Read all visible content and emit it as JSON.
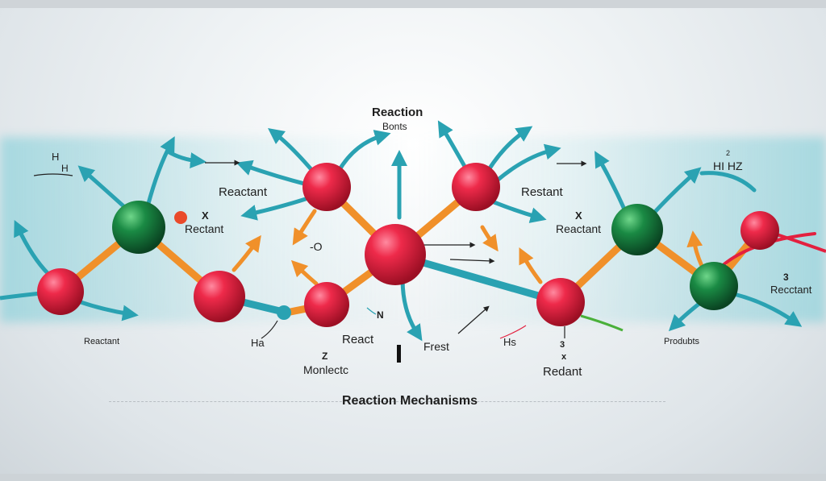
{
  "title": "Reaction Mechanisms",
  "labels": {
    "reaction": "Reaction",
    "bonds": "Bonts",
    "reactant_left": "Reactant",
    "x_left": "X",
    "rectant_left": "Rectant",
    "h_top": "H",
    "h_sub": "H",
    "restant": "Restant",
    "x_right": "X",
    "reactant_right": "Reactant",
    "hh2": "HI HZ",
    "hh2_mark": "2",
    "reactant_bottom_left": "Reactant",
    "minus_o": "-O",
    "ha": "Ha",
    "n": "N",
    "react": "React",
    "z": "Z",
    "monlectc": "Monlectc",
    "i_mark": "I",
    "frest": "Frest",
    "hs": "Hs",
    "three_mid": "3",
    "x_mid": "x",
    "redant": "Redant",
    "products": "Produbts",
    "three_right": "3",
    "recctant": "Recctant"
  },
  "colors": {
    "red_atom": "#e3203f",
    "green_atom": "#147a3c",
    "bond_orange": "#f0902a",
    "bond_teal": "#2aa2b2",
    "arrow_teal": "#2aa2b2"
  }
}
